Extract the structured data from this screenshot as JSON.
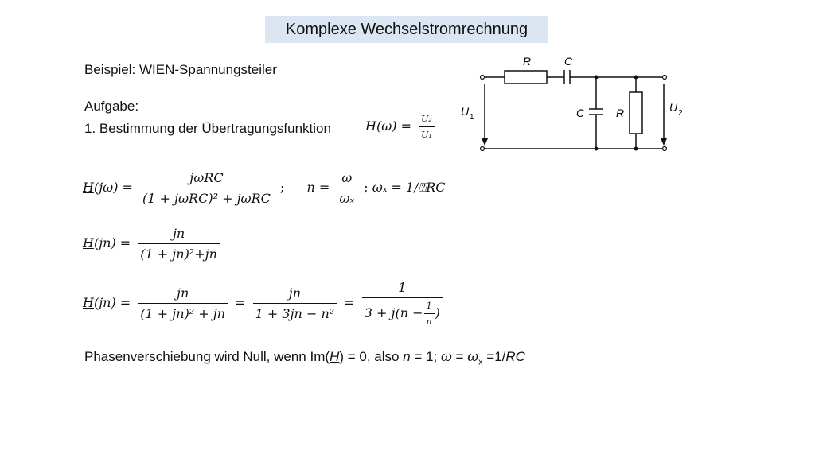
{
  "title": "Komplexe Wechselstromrechnung",
  "example": "Beispiel: WIEN-Spannungsteiler",
  "task_label": "Aufgabe:",
  "task_line": "1. Bestimmung der Übertragungsfunktion",
  "eq0": {
    "lhs": "H(ω) =",
    "num": "U₂",
    "den": "U₁"
  },
  "eq1": {
    "lhs_H": "H",
    "lhs_arg": "(jω) =",
    "num": "jωRC",
    "den": "(1 + jωRC)² + jωRC",
    "sep1": ";",
    "n_lhs": "n =",
    "n_num": "ω",
    "n_den": "ωₓ",
    "sep2": ";",
    "wx": "ωₓ = 1/⍰RC"
  },
  "eq2": {
    "lhs_H": "H",
    "lhs_arg": "(jn) =",
    "num": "jn",
    "den": "(1 + jn)²+jn"
  },
  "eq3": {
    "lhs_H": "H",
    "lhs_arg": "(jn) =",
    "f1_num": "jn",
    "f1_den": "(1 + jn)² + jn",
    "eq1": "=",
    "f2_num": "jn",
    "f2_den": "1 + 3jn − n²",
    "eq2": "=",
    "f3_num": "1",
    "f3_den_a": "3 + j(n −",
    "f3_inner_num": "1",
    "f3_inner_den": "n",
    "f3_den_b": ")"
  },
  "phase": {
    "a": "Phasenverschiebung wird Null, wenn Im(",
    "H": "H",
    "b": ") = 0, also ",
    "n": "n",
    "c": " = 1; ",
    "w": "ω",
    "d": " = ",
    "wx": "ω",
    "x": "x",
    "e": " =1/",
    "RC": "RC"
  },
  "circuit": {
    "R_top": "R",
    "C_top": "C",
    "C_par": "C",
    "R_par": "R",
    "U1": "U",
    "U1_sub": "1",
    "U2": "U",
    "U2_sub": "2"
  }
}
